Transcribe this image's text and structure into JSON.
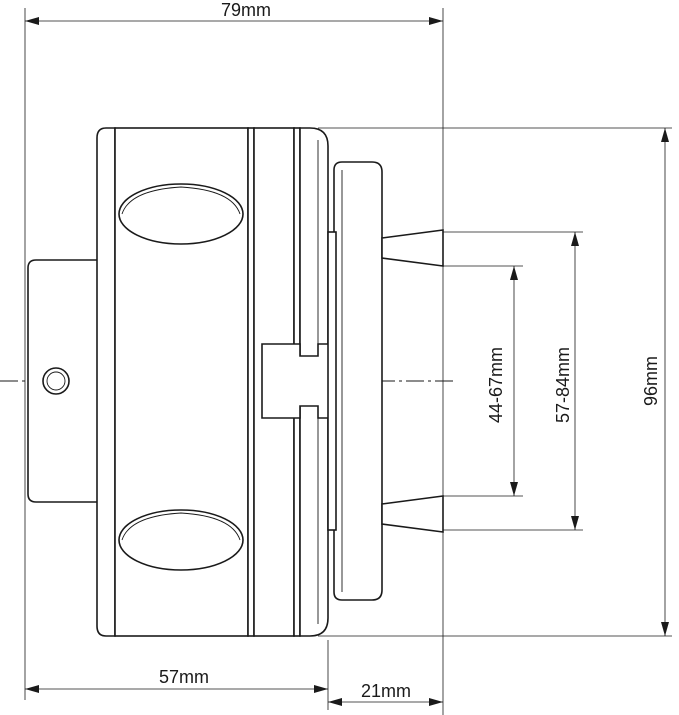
{
  "dimensions": {
    "overall_width": "79mm",
    "body_width": "57mm",
    "flange_width": "21mm",
    "height": "96mm",
    "range_small": "44-67mm",
    "range_large": "57-84mm"
  }
}
